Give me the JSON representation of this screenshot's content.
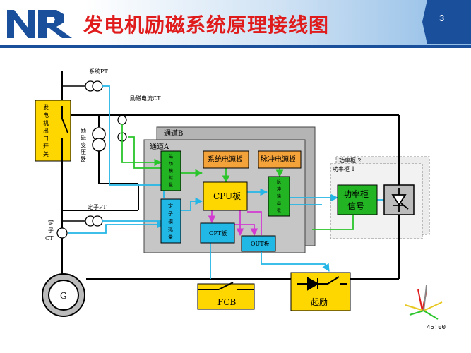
{
  "slide": {
    "title": "发电机励磁系统原理接线图",
    "page_number": "3",
    "timer": "45:00"
  },
  "labels": {
    "system_pt": "系统PT",
    "excitation_ct": "励磁电流CT",
    "gen_breaker": [
      "发",
      "电",
      "机",
      "出",
      "口",
      "开",
      "关"
    ],
    "exc_transformer": [
      "励",
      "磁",
      "变",
      "压",
      "器"
    ],
    "stator_pt": "定子PT",
    "stator_ct": [
      "定",
      "子",
      "CT"
    ],
    "generator": "G",
    "channel_b": "通道B",
    "channel_a": "通道A",
    "field_analog": [
      "磁",
      "场",
      "模",
      "拟",
      "量"
    ],
    "system_power": "系统电源板",
    "pulse_power": "脉冲电源板",
    "cpu": "CPU板",
    "pulse_output": [
      "脉",
      "冲",
      "输",
      "出",
      "板"
    ],
    "stator_analog": [
      "定",
      "子",
      "模",
      "拟",
      "量"
    ],
    "opt": "OPT板",
    "out": "OUT板",
    "power_cab2": "功率柜 2",
    "power_cab1": "功率柜 1",
    "power_signal": [
      "功率柜",
      "信号"
    ],
    "fcb": "FCB",
    "field_flash": "起励"
  },
  "colors": {
    "title_red": "#e01b1b",
    "brand_blue": "#1a4f9c",
    "wire_cyan": "#23b6e6",
    "wire_green": "#2ac52a",
    "wire_magenta": "#d23ad2",
    "box_yellow": "#ffd700",
    "box_orange": "#f4a23a",
    "box_green": "#22b422",
    "box_cyan": "#22b8e6"
  }
}
